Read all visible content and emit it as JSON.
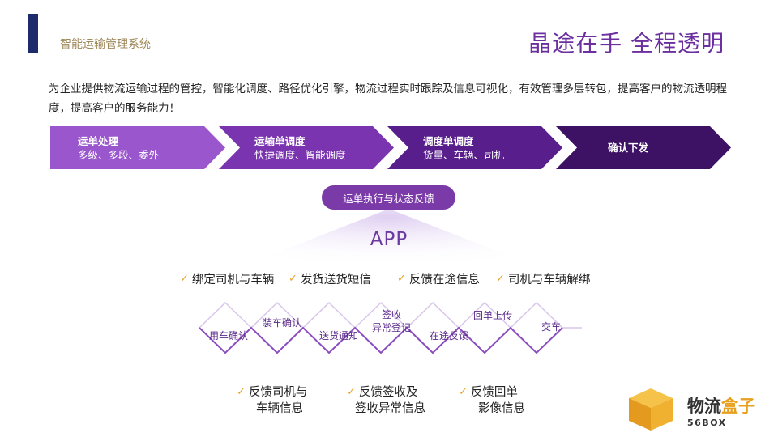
{
  "header": {
    "system_name": "智能运输管理系统",
    "slogan": "晶途在手 全程透明"
  },
  "intro": "为企业提供物流运输过程的管控，智能化调度、路径优化引擎，物流过程实时跟踪及信息可视化，有效管理多层转包，提高客户的物流透明程度，提高客户的服务能力！",
  "flow": {
    "steps": [
      {
        "title": "运单处理",
        "desc": "多级、多段、委外",
        "color": "#9a56cc"
      },
      {
        "title": "运输单调度",
        "desc": "快捷调度、智能调度",
        "color": "#7a34b0"
      },
      {
        "title": "调度单调度",
        "desc": "货量、车辆、司机",
        "color": "#571e8c"
      },
      {
        "title": "确认下发",
        "desc": "",
        "color": "#3d1264"
      }
    ]
  },
  "feedback_pill": "运单执行与状态反馈",
  "app_title": "APP",
  "features": [
    "绑定司机与车辆",
    "发货送货短信",
    "反馈在途信息",
    "司机与车辆解绑"
  ],
  "process": {
    "bottom": [
      "用车确认",
      "送货通知",
      "在途反馈",
      "交车"
    ],
    "top": [
      "装车确认",
      "签收\n异常登记",
      "回单上传"
    ]
  },
  "bottom_features": [
    {
      "line1": "反馈司机与",
      "line2": "车辆信息"
    },
    {
      "line1": "反馈签收及",
      "line2": "签收异常信息"
    },
    {
      "line1": "反馈回单",
      "line2": "影像信息"
    }
  ],
  "logo": {
    "name_part1": "物流",
    "name_part2": "盒子",
    "sub": "56BOX",
    "colors": {
      "box": "#f0b030",
      "text": "#333333"
    }
  },
  "icons": {
    "check": "check-icon"
  }
}
